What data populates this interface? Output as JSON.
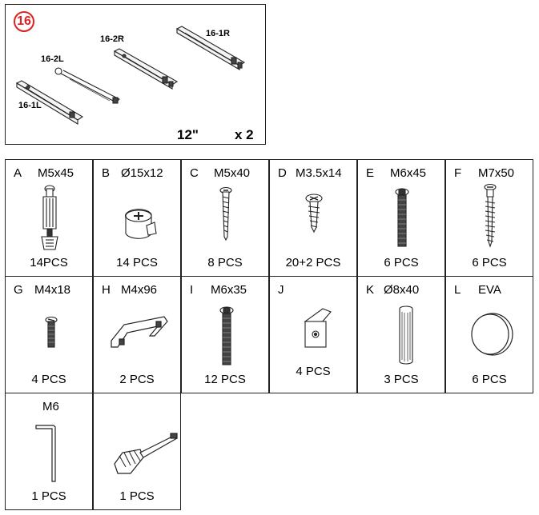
{
  "header": {
    "part_number": "16",
    "rails": [
      {
        "id": "16-1R"
      },
      {
        "id": "16-2R"
      },
      {
        "id": "16-2L"
      },
      {
        "id": "16-1L"
      }
    ],
    "length": "12\"",
    "multiplier": "x 2"
  },
  "hardware": [
    {
      "letter": "A",
      "spec": "M5x45",
      "qty": "14PCS",
      "icon": "cam-bolt-icon"
    },
    {
      "letter": "B",
      "spec": "Ø15x12",
      "qty": "14 PCS",
      "icon": "cam-lock-icon"
    },
    {
      "letter": "C",
      "spec": "M5x40",
      "qty": "8 PCS",
      "icon": "wood-screw-icon"
    },
    {
      "letter": "D",
      "spec": "M3.5x14",
      "qty": "20+2 PCS",
      "icon": "short-screw-icon"
    },
    {
      "letter": "E",
      "spec": "M6x45",
      "qty": "6 PCS",
      "icon": "hex-bolt-icon"
    },
    {
      "letter": "F",
      "spec": "M7x50",
      "qty": "6 PCS",
      "icon": "confirmat-screw-icon"
    },
    {
      "letter": "G",
      "spec": "M4x18",
      "qty": "4 PCS",
      "icon": "small-screw-icon"
    },
    {
      "letter": "H",
      "spec": "M4x96",
      "qty": "2 PCS",
      "icon": "handle-icon"
    },
    {
      "letter": "I",
      "spec": "M6x35",
      "qty": "12 PCS",
      "icon": "hex-bolt-icon"
    },
    {
      "letter": "J",
      "spec": "",
      "qty": "4 PCS",
      "icon": "corner-bracket-icon"
    },
    {
      "letter": "K",
      "spec": "Ø8x40",
      "qty": "3 PCS",
      "icon": "wood-dowel-icon"
    },
    {
      "letter": "L",
      "spec": "EVA",
      "qty": "6 PCS",
      "icon": "felt-pad-icon"
    },
    {
      "letter": "",
      "spec": "M6",
      "qty": "1 PCS",
      "icon": "allen-key-icon"
    },
    {
      "letter": "",
      "spec": "",
      "qty": "1 PCS",
      "icon": "screwdriver-icon"
    }
  ]
}
